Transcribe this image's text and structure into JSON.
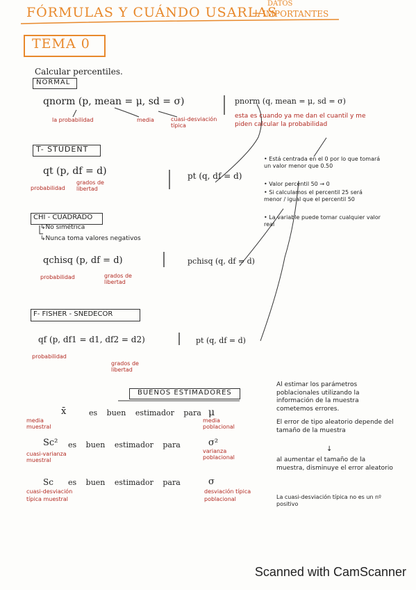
{
  "header": {
    "title": "FÓRMULAS Y CUÁNDO USARLAS",
    "plus": "+",
    "datos": "DATOS",
    "importantes": "IMPORTANTES",
    "tema": "TEMA 0"
  },
  "intro": "Calcular percentiles.",
  "normal": {
    "label": "NORMAL",
    "qnorm": "qnorm (p, mean = μ, sd = σ)",
    "prob": "la probabilidad",
    "media": "media",
    "cuasi": "cuasi-desviación típica",
    "pnorm": "pnorm (q, mean = μ, sd = σ)",
    "pnorm_note": "esta es cuando ya me dan el cuantil y me piden calcular la probabilidad"
  },
  "student": {
    "label": "T- STUDENT",
    "qt": "qt (p, df = d)",
    "prob": "probabilidad",
    "grados": "grados de libertad",
    "pt": "pt (q, df = d)"
  },
  "notes": [
    "• Está centrada en el 0 por lo que tomará un valor menor que 0.50",
    "• Valor percentil 50 → 0",
    "• Si calculamos el percentil 25 será menor / igual que el percentil 50",
    "• La variable puede tomar cualquier valor real"
  ],
  "chi": {
    "label": "CHI - CUADRADO",
    "no_sim": "↳No simétrica",
    "nunca": "↳Nunca toma valores negativos",
    "qchisq": "qchisq (p, df = d)",
    "prob": "probabilidad",
    "grados": "grados de libertad",
    "pchisq": "pchisq (q, df = d)"
  },
  "fisher": {
    "label": "F- FISHER - SNEDECOR",
    "qf": "qf (p, df1 = d1, df2 = d2)",
    "prob": "probabilidad",
    "grados": "grados de libertad",
    "pt": "pt (q, df = d)"
  },
  "estimadores": {
    "label": "BUENOS ESTIMADORES",
    "row1": {
      "sym": "x̄",
      "text": "es buen estimador para",
      "target": "μ",
      "left": "media muestral",
      "right": "media poblacional"
    },
    "row2": {
      "sym": "Sc²",
      "text": "es buen estimador para",
      "target": "σ²",
      "left": "cuasi-varianza muestral",
      "right": "varianza poblacional"
    },
    "row3": {
      "sym": "Sc",
      "text": "es buen estimador para",
      "target": "σ",
      "left": "cuasi-desviación típica muestral",
      "right": "desviación típica poblacional"
    }
  },
  "side": {
    "p1": "Al estimar los parámetros poblacionales utilizando la información de la muestra cometemos errores.",
    "p2": "El error de tipo aleatorio depende del tamaño de la muestra",
    "arrow": "↓",
    "p3": "al aumentar el tamaño de la muestra, disminuye el error aleatorio",
    "p4": "La cuasi-desviación típica no es un nº positivo"
  },
  "footer": "Scanned with CamScanner"
}
